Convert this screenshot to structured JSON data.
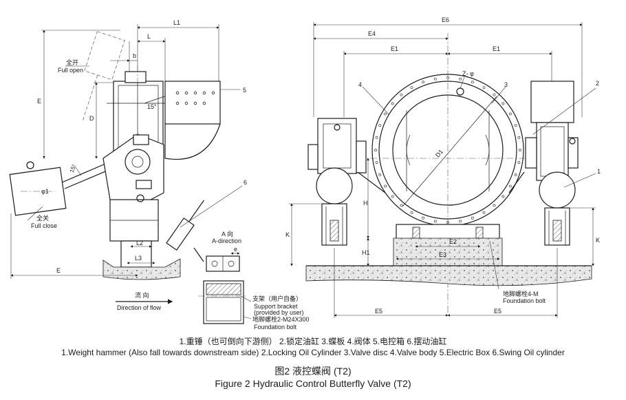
{
  "labels": {
    "L1": "L1",
    "L": "L",
    "b": "b",
    "E": "E",
    "D": "D",
    "angle15a": "15°",
    "angle15b": "15°",
    "phi1": "φ1",
    "full_open_cn": "全开",
    "full_open_en": "Full open",
    "full_close_cn": "全关",
    "full_close_en": "Full close",
    "L2": "L2",
    "L3": "L3",
    "E_bottom": "E",
    "flow_cn": "流 向",
    "flow_en": "Direction of flow",
    "a_dir_cn": "A 向",
    "a_dir_en": "A-direction",
    "e": "e",
    "support_cn": "支架（用户自备）",
    "support_en1": "Support bracket",
    "support_en2": "(provided by user)",
    "fbolt_cn": "地脚螺栓2-M24X300",
    "fbolt_en": "Foundation bolt",
    "E6": "E6",
    "E4": "E4",
    "E1a": "E1",
    "E1b": "E1",
    "Zphi": "Z- φ",
    "D1": "D1",
    "H": "H",
    "H1": "H1",
    "K_left": "K",
    "K_right": "K",
    "E2": "E2",
    "E3": "E3",
    "E5a": "E5",
    "E5b": "E5",
    "fbolt4_cn": "地脚螺栓4-M",
    "fbolt4_en": "Foundation bolt",
    "n1": "1",
    "n2": "2",
    "n3": "3",
    "n4": "4",
    "n5": "5",
    "n6": "6"
  },
  "legend": {
    "cn": "1.重锤（也可倒向下游侧）  2.锁定油缸  3.蝶板  4.阀体  5.电控箱  6.摆动油缸",
    "en": "1.Weight hammer (Also fall towards downstream side)  2.Locking Oil Cylinder  3.Valve disc  4.Valve body  5.Electric Box  6.Swing Oil cylinder"
  },
  "figure": {
    "cn": "图2 液控蝶阀 (T2)",
    "en": "Figure 2 Hydraulic Control Butterfly Valve  (T2)"
  }
}
